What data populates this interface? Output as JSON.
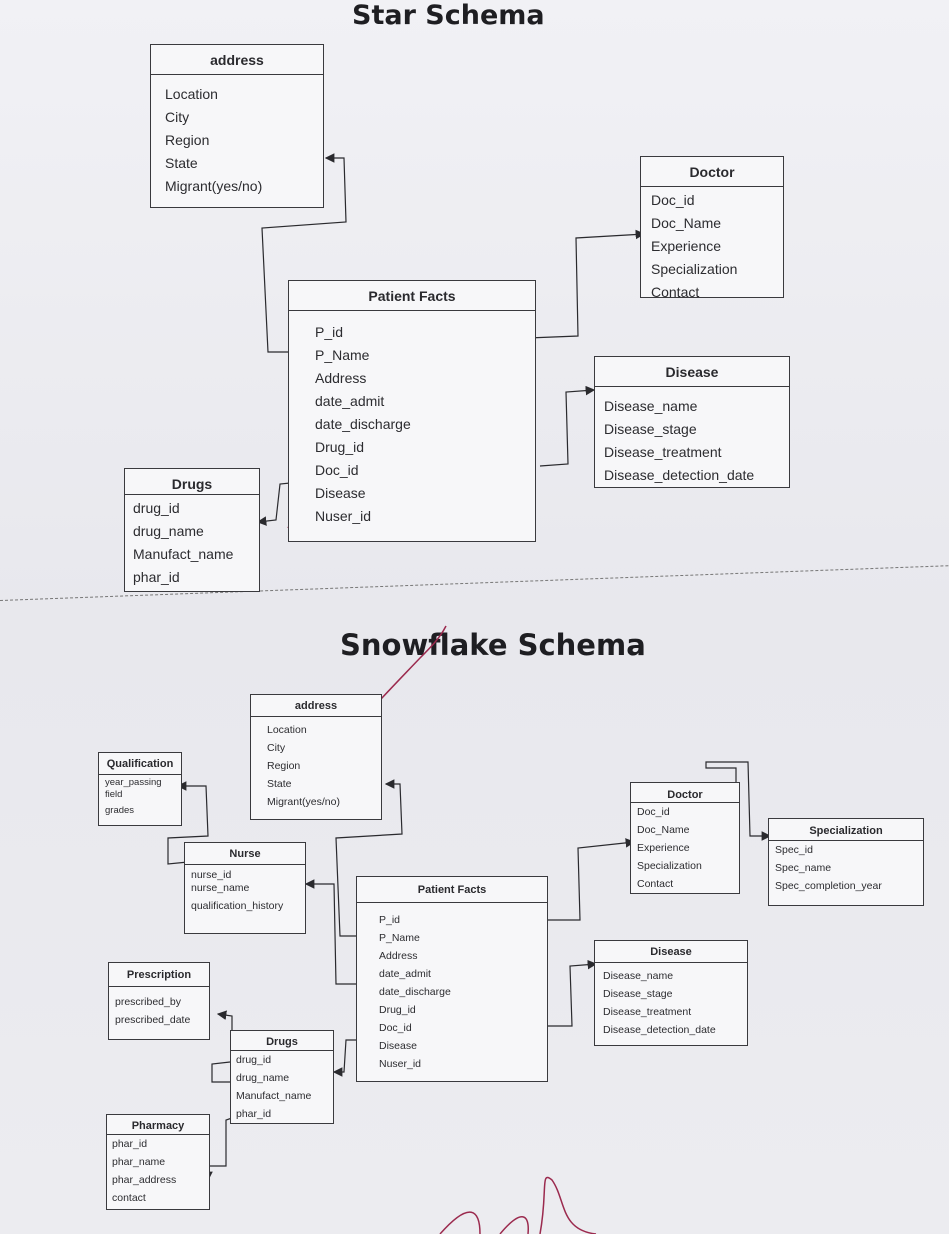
{
  "star": {
    "title": "Star Schema",
    "tables": {
      "address": {
        "name": "address",
        "fields": [
          "Location",
          "City",
          "Region",
          "State",
          "Migrant(yes/no)"
        ]
      },
      "doctor": {
        "name": "Doctor",
        "fields": [
          "Doc_id",
          "Doc_Name",
          "Experience",
          "Specialization",
          "Contact"
        ]
      },
      "patient": {
        "name": "Patient Facts",
        "fields": [
          "P_id",
          "P_Name",
          "Address",
          "date_admit",
          "date_discharge",
          "Drug_id",
          "Doc_id",
          "Disease",
          "Nuser_id"
        ]
      },
      "disease": {
        "name": "Disease",
        "fields": [
          "Disease_name",
          "Disease_stage",
          "Disease_treatment",
          "Disease_detection_date"
        ]
      },
      "drugs": {
        "name": "Drugs",
        "fields": [
          "drug_id",
          "drug_name",
          "Manufact_name",
          "phar_id"
        ]
      }
    }
  },
  "snowflake": {
    "title": "Snowflake Schema",
    "tables": {
      "address": {
        "name": "address",
        "fields": [
          "Location",
          "City",
          "Region",
          "State",
          "Migrant(yes/no)"
        ]
      },
      "qualification": {
        "name": "Qualification",
        "fields": [
          "year_passing",
          "field",
          "grades"
        ]
      },
      "nurse": {
        "name": "Nurse",
        "fields": [
          "nurse_id",
          "nurse_name",
          "qualification_history"
        ]
      },
      "doctor": {
        "name": "Doctor",
        "fields": [
          "Doc_id",
          "Doc_Name",
          "Experience",
          "Specialization",
          "Contact"
        ]
      },
      "specialization": {
        "name": "Specialization",
        "fields": [
          "Spec_id",
          "Spec_name",
          "Spec_completion_year"
        ]
      },
      "patient": {
        "name": "Patient Facts",
        "fields": [
          "P_id",
          "P_Name",
          "Address",
          "date_admit",
          "date_discharge",
          "Drug_id",
          "Doc_id",
          "Disease",
          "Nuser_id"
        ]
      },
      "disease": {
        "name": "Disease",
        "fields": [
          "Disease_name",
          "Disease_stage",
          "Disease_treatment",
          "Disease_detection_date"
        ]
      },
      "prescription": {
        "name": "Prescription",
        "fields": [
          "prescribed_by",
          "prescribed_date"
        ]
      },
      "drugs": {
        "name": "Drugs",
        "fields": [
          "drug_id",
          "drug_name",
          "Manufact_name",
          "phar_id"
        ]
      },
      "pharmacy": {
        "name": "Pharmacy",
        "fields": [
          "phar_id",
          "phar_name",
          "phar_address",
          "contact"
        ]
      }
    }
  },
  "colors": {
    "ink": "#2a2a2e",
    "pen_mark": "#9b2a4e",
    "paper": "#efeff3"
  }
}
